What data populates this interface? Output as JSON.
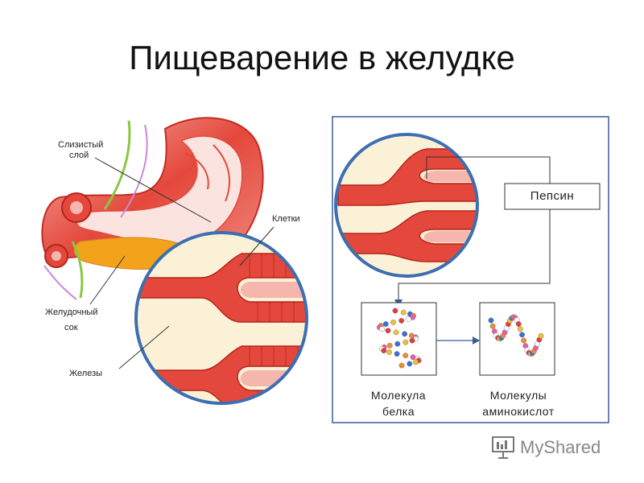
{
  "page": {
    "title": "Пищеварение в желудке"
  },
  "left_labels": {
    "mucosa": [
      "Слизистый",
      "слой"
    ],
    "cells": "Клетки",
    "gastric_juice": [
      "Желудочный",
      "сок"
    ],
    "glands": "Железы"
  },
  "right_panel": {
    "pepsin": "Пепсин",
    "protein_molecule": [
      "Молекула",
      "белка"
    ],
    "amino_acids": [
      "Молекулы",
      "аминокислот"
    ]
  },
  "watermark": {
    "text": "MyShared"
  },
  "colors": {
    "stomach_red": "#d9342b",
    "stomach_pink": "#f4a7a0",
    "juice_orange": "#f2a21b",
    "frame_blue": "#3a5a9a",
    "lens_blue": "#3d6fb0",
    "cream": "#fbf1d6"
  }
}
